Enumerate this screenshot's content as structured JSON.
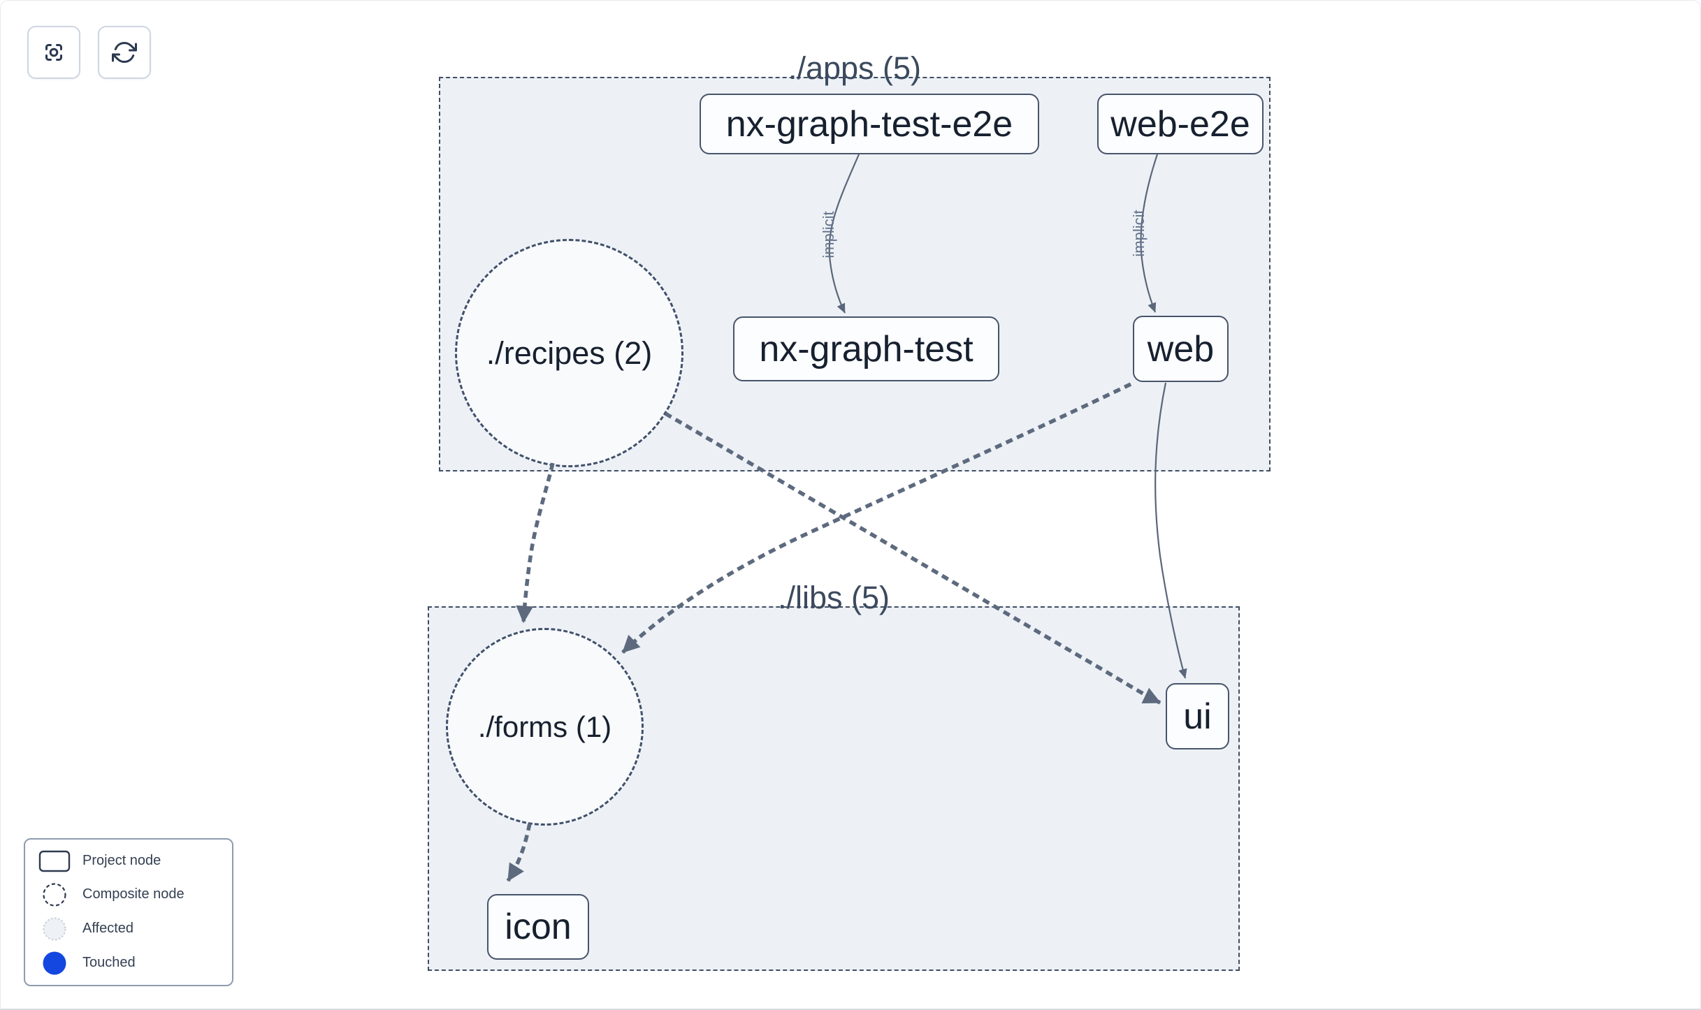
{
  "toolbar": {
    "buttons": [
      {
        "name": "center-graph",
        "icon": "focus-target-icon"
      },
      {
        "name": "refresh-graph",
        "icon": "refresh-icon"
      }
    ]
  },
  "graph": {
    "groups": [
      {
        "label": "./apps (5)"
      },
      {
        "label": "./libs (5)"
      }
    ],
    "nodes": [
      {
        "label": "nx-graph-test-e2e",
        "type": "project",
        "group": "./apps (5)"
      },
      {
        "label": "web-e2e",
        "type": "project",
        "group": "./apps (5)"
      },
      {
        "label": "./recipes (2)",
        "type": "composite",
        "group": "./apps (5)"
      },
      {
        "label": "nx-graph-test",
        "type": "project",
        "group": "./apps (5)"
      },
      {
        "label": "web",
        "type": "project",
        "group": "./apps (5)"
      },
      {
        "label": "./forms (1)",
        "type": "composite",
        "group": "./libs (5)"
      },
      {
        "label": "ui",
        "type": "project",
        "group": "./libs (5)"
      },
      {
        "label": "icon",
        "type": "project",
        "group": "./libs (5)"
      }
    ],
    "edges": [
      {
        "from": "nx-graph-test-e2e",
        "to": "nx-graph-test",
        "label": "implicit",
        "style": "solid"
      },
      {
        "from": "web-e2e",
        "to": "web",
        "label": "implicit",
        "style": "solid"
      },
      {
        "from": "./recipes (2)",
        "to": "./forms (1)",
        "label": "",
        "style": "dashed"
      },
      {
        "from": "./recipes (2)",
        "to": "ui",
        "label": "",
        "style": "dashed"
      },
      {
        "from": "web",
        "to": "./forms (1)",
        "label": "",
        "style": "dashed"
      },
      {
        "from": "web",
        "to": "ui",
        "label": "",
        "style": "solid"
      },
      {
        "from": "./forms (1)",
        "to": "icon",
        "label": "",
        "style": "dashed"
      }
    ]
  },
  "legend": {
    "items": [
      {
        "label": "Project node",
        "swatch": "project-node-swatch"
      },
      {
        "label": "Composite node",
        "swatch": "composite-node-swatch"
      },
      {
        "label": "Affected",
        "swatch": "affected-swatch"
      },
      {
        "label": "Touched",
        "swatch": "touched-swatch"
      }
    ]
  },
  "colors": {
    "touched_blue": "#1347df",
    "affected_fill": "#eef1f5",
    "group_fill": "#edf1f6",
    "edge_slate": "#5d6a7e",
    "node_border": "#47546b",
    "node_text": "#17202f"
  }
}
